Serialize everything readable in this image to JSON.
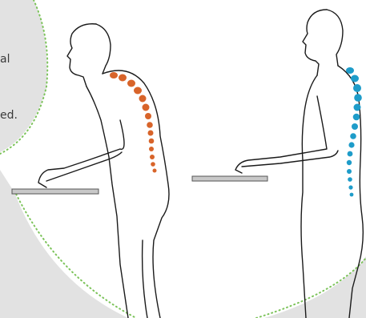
{
  "text_fragments": {
    "line_1": "al",
    "line_2": "ed."
  },
  "colors": {
    "background_outside": "#e2e2e2",
    "background_inside": "#ffffff",
    "dotted_border": "#7cc35a",
    "outline": "#1a1a1a",
    "spine_bad": "#d8642a",
    "spine_good": "#1e9cc9",
    "desk_fill": "#c8c8c8",
    "desk_stroke": "#555555"
  },
  "figures": [
    {
      "name": "figure-hunched",
      "posture": "slouched",
      "spine_color": "spine_bad"
    },
    {
      "name": "figure-upright",
      "posture": "upright",
      "spine_color": "spine_good"
    }
  ]
}
